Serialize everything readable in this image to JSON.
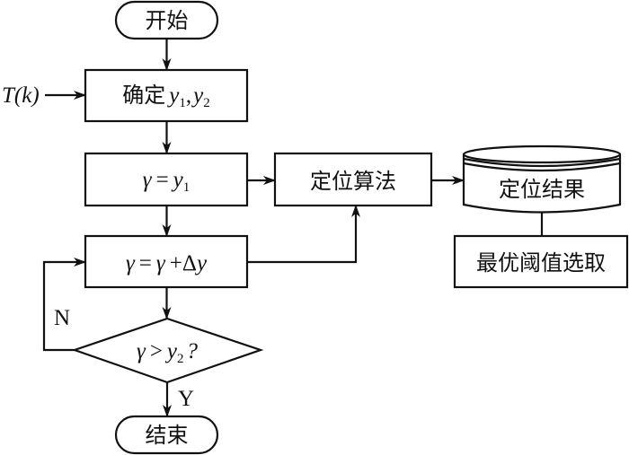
{
  "diagram": {
    "type": "flowchart",
    "nodes": {
      "start": {
        "label": "开始",
        "shape": "terminator"
      },
      "determine": {
        "label_prefix": "确定",
        "var1": "y",
        "sub1": "1",
        "sep": ",",
        "var2": "y",
        "sub2": "2",
        "shape": "process"
      },
      "init": {
        "lhs": "γ",
        "op": "=",
        "var": "y",
        "sub": "1",
        "shape": "process"
      },
      "algorithm": {
        "label": "定位算法",
        "shape": "process"
      },
      "result": {
        "label": "定位结果",
        "shape": "storage"
      },
      "optimal": {
        "label": "最优阈值选取",
        "shape": "process"
      },
      "increment": {
        "lhs": "γ",
        "op": "=",
        "rhs1": "γ",
        "plus": "+",
        "delta": "Δ",
        "rhs2": "y",
        "shape": "process"
      },
      "decision": {
        "lhs": "γ",
        "op": ">",
        "var": "y",
        "sub": "2",
        "q": "?",
        "shape": "decision"
      },
      "end": {
        "label": "结束",
        "shape": "terminator"
      }
    },
    "input": {
      "label_var": "T",
      "paren_open": "(",
      "arg": "k",
      "paren_close": ")"
    },
    "edge_labels": {
      "no": "N",
      "yes": "Y"
    },
    "edges": [
      {
        "from": "start",
        "to": "determine"
      },
      {
        "from": "input",
        "to": "determine"
      },
      {
        "from": "determine",
        "to": "init"
      },
      {
        "from": "init",
        "to": "algorithm"
      },
      {
        "from": "init",
        "to": "increment"
      },
      {
        "from": "increment",
        "to": "algorithm"
      },
      {
        "from": "algorithm",
        "to": "result"
      },
      {
        "from": "result",
        "to": "optimal"
      },
      {
        "from": "increment",
        "to": "decision"
      },
      {
        "from": "decision",
        "to": "increment",
        "label": "N"
      },
      {
        "from": "decision",
        "to": "end",
        "label": "Y"
      }
    ]
  }
}
